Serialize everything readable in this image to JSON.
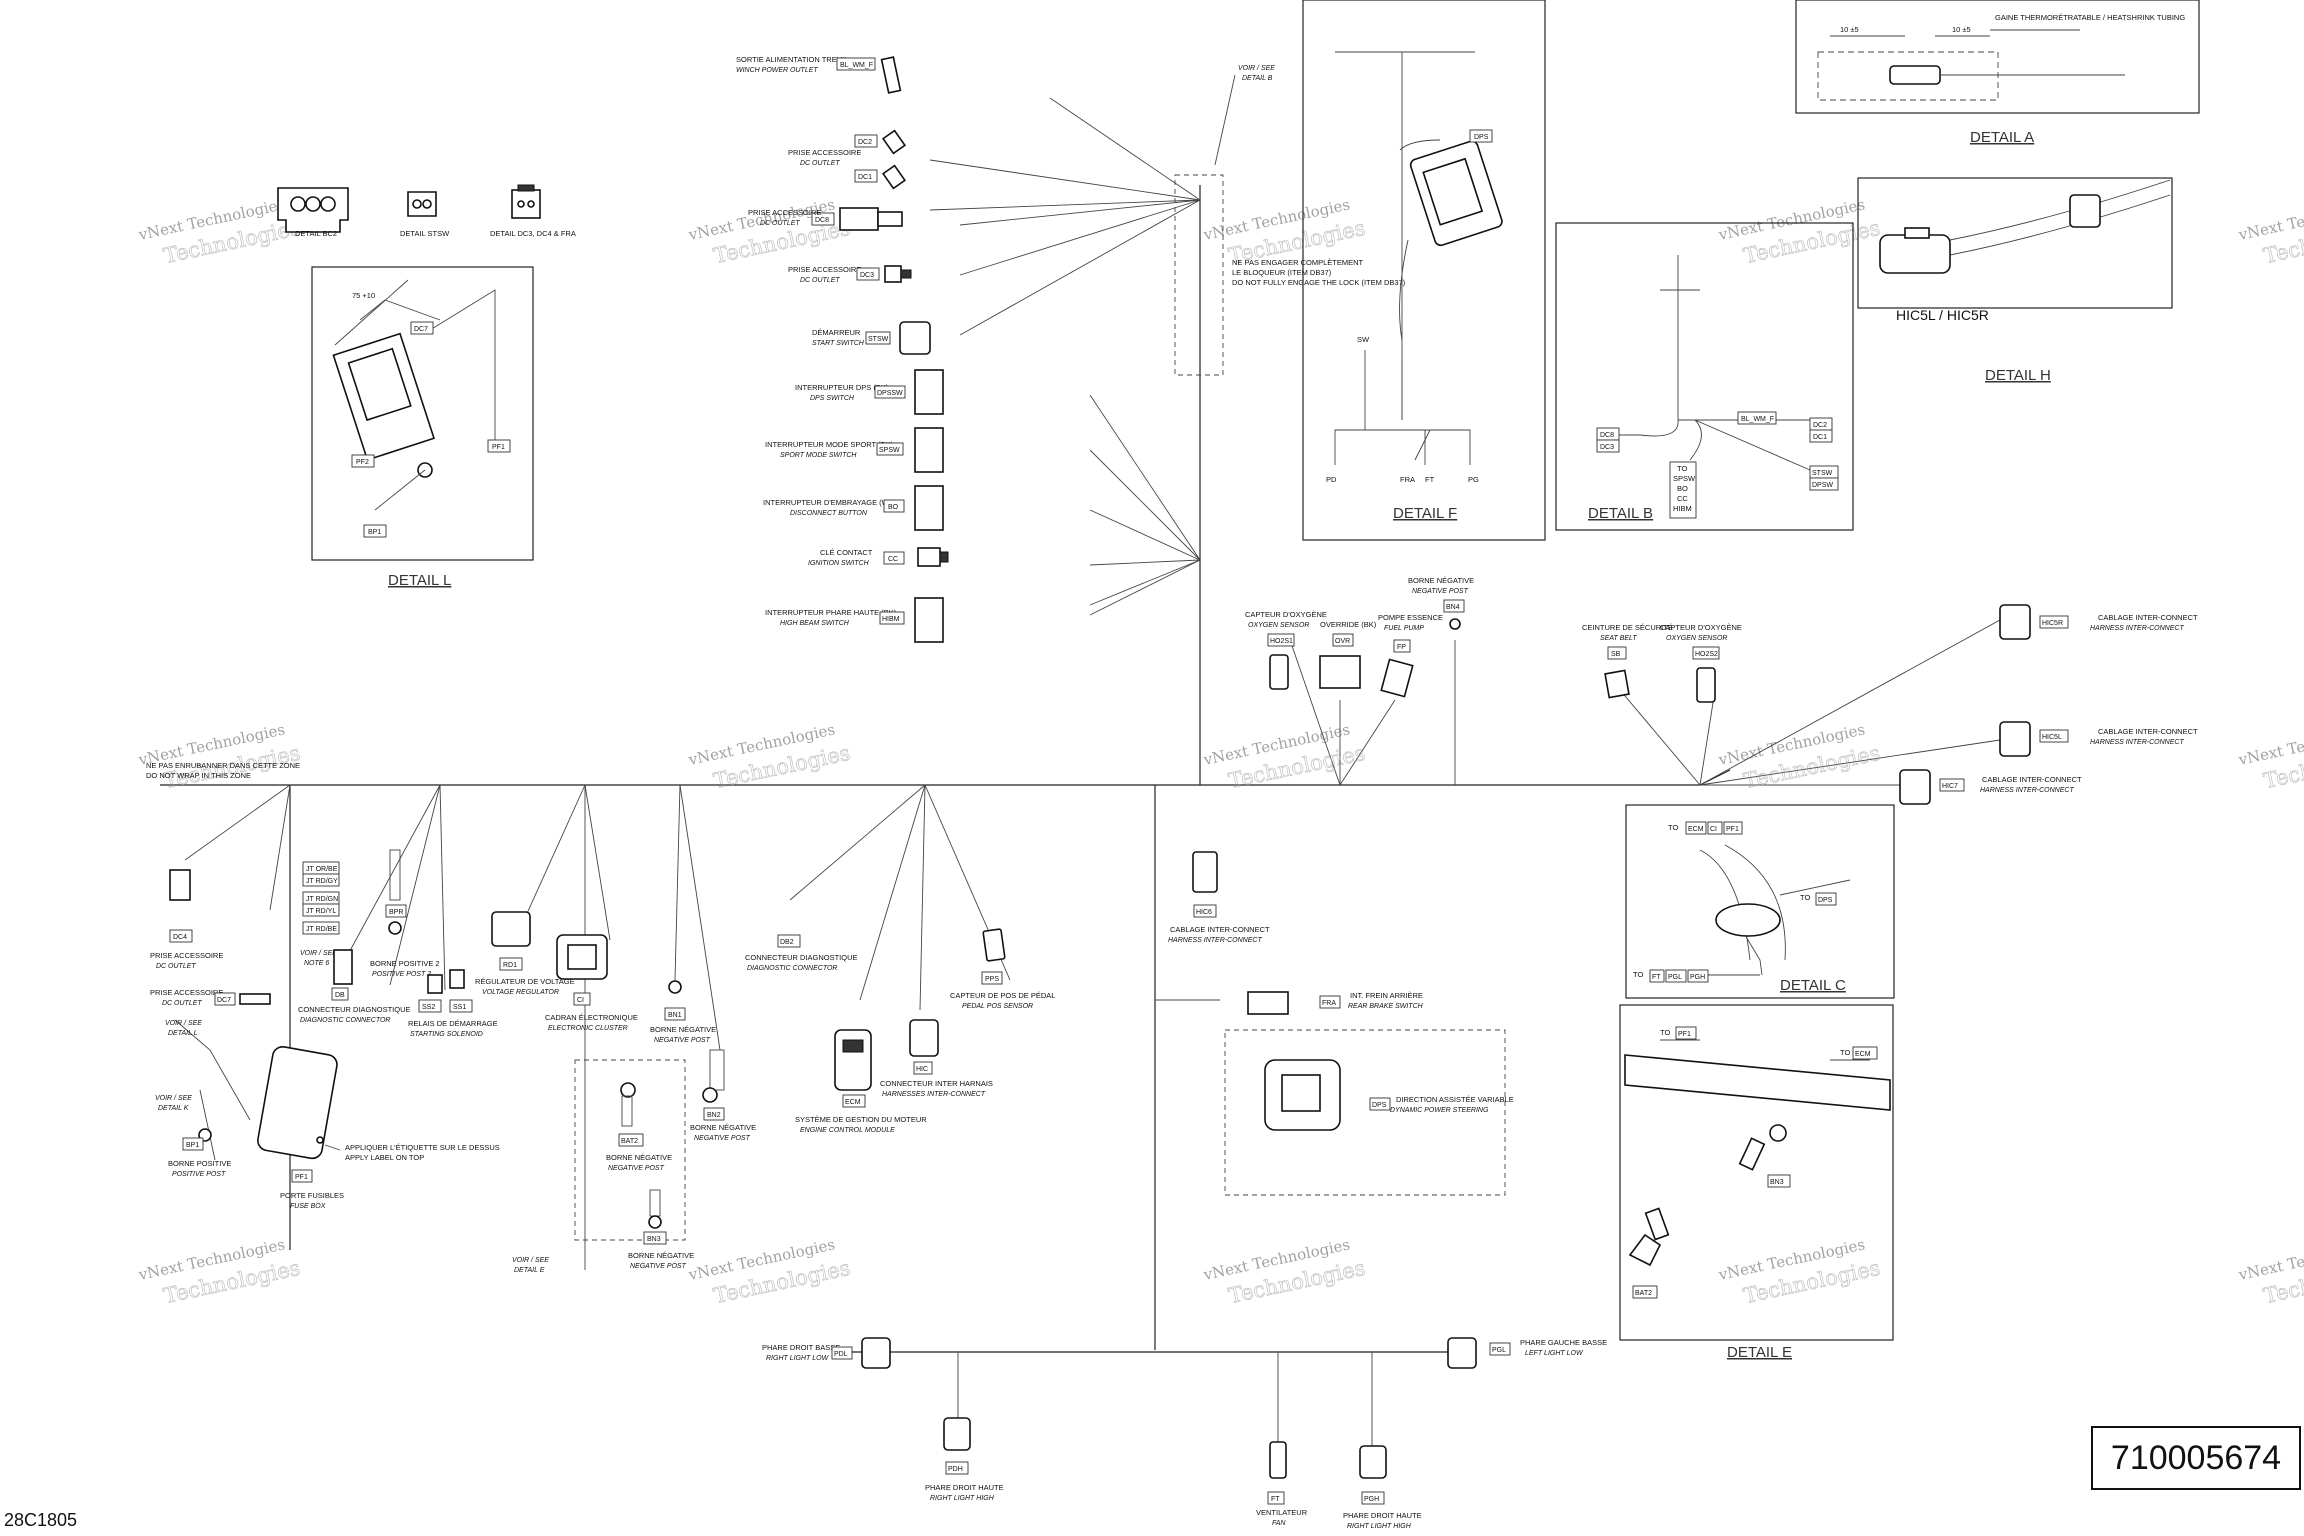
{
  "part_number": "710005674",
  "drawing_code": "28C1805",
  "watermark": {
    "line1": "vNext Technologies",
    "line2": "Technologies"
  },
  "details": {
    "detail_a": {
      "title": "DETAIL A",
      "dim1": "10 ±5",
      "dim2": "10 ±5",
      "note": "GAINE THERMORÉTRATABLE / HEATSHRINK TUBING"
    },
    "detail_h": {
      "title": "DETAIL H",
      "label": "HIC5L / HIC5R"
    },
    "detail_f_top": {
      "title": "DETAIL F",
      "sw": "SW",
      "pd": "PD",
      "fra": "FRA",
      "ft": "FT",
      "pg": "PG",
      "dps": "DPS"
    },
    "detail_b": {
      "title": "DETAIL B",
      "dc8": "DC8",
      "dc3": "DC3",
      "bl_wm_f": "BL_WM_F",
      "dc2": "DC2",
      "dc1": "DC1",
      "to": "TO",
      "spsw": "SPSW",
      "bo": "BO",
      "cc": "CC",
      "hibm": "HIBM",
      "stsw": "STSW",
      "dpsw": "DPSW"
    },
    "detail_l": {
      "title": "DETAIL L",
      "dim": "75 +10",
      "dc7": "DC7",
      "pf1": "PF1",
      "pf2": "PF2",
      "bp1": "BP1"
    },
    "detail_c": {
      "title": "DETAIL C",
      "to": "TO",
      "ecm": "ECM",
      "cl": "CI",
      "pf1": "PF1",
      "dps": "DPS",
      "ft": "FT",
      "pgl": "PGL",
      "pgh": "PGH"
    },
    "detail_e": {
      "title": "DETAIL E",
      "to": "TO",
      "pf1": "PF1",
      "ecm": "ECM",
      "bn3": "BN3",
      "bat2": "BAT2"
    }
  },
  "connector_views": [
    {
      "label": "DETAIL BC2"
    },
    {
      "label": "DETAIL STSW"
    },
    {
      "label": "DETAIL DC3, DC4 & FRA"
    }
  ],
  "notes": {
    "voir_b": [
      "VOIR / SEE",
      "DETAIL B"
    ],
    "engage": [
      "NE PAS ENGAGER COMPLÈTEMENT",
      "LE BLOQUEUR (ITEM DB37)",
      "DO NOT FULLY ENGAGE THE LOCK (ITEM DB37)"
    ],
    "no_wrap": [
      "NE PAS ENRUBANNER DANS CETTE ZONE",
      "DO NOT WRAP IN THIS ZONE"
    ],
    "voir_e": [
      "VOIR / SEE",
      "DETAIL E"
    ],
    "voir_l": [
      "VOIR / SEE",
      "DETAIL L"
    ],
    "voir_k": [
      "VOIR / SEE",
      "DETAIL K"
    ],
    "voir_note": [
      "VOIR / SEE",
      "NOTE 6"
    ],
    "label_top": [
      "APPLIQUER L'ÉTIQUETTE SUR LE DESSUS",
      "APPLY LABEL ON TOP"
    ]
  },
  "top_components": [
    {
      "tag": "BL_WM_F",
      "fr": "SORTIE ALIMENTATION TREUIL",
      "en": "WINCH POWER OUTLET"
    },
    {
      "tag": "DC2",
      "fr": "PRISE ACCESSOIRE",
      "en": "DC OUTLET"
    },
    {
      "tag": "DC1",
      "fr": "",
      "en": ""
    },
    {
      "tag": "DC8",
      "fr": "PRISE ACCESSOIRE",
      "en": "DC OUTLET"
    },
    {
      "tag": "DC3",
      "fr": "PRISE ACCESSOIRE",
      "en": "DC OUTLET"
    },
    {
      "tag": "STSW",
      "fr": "DÉMARREUR",
      "en": "START SWITCH"
    },
    {
      "tag": "DPSSW",
      "fr": "INTERRUPTEUR DPS (BK)",
      "en": "DPS SWITCH"
    },
    {
      "tag": "SPSW",
      "fr": "INTERRUPTEUR MODE SPORT (BK)",
      "en": "SPORT MODE SWITCH"
    },
    {
      "tag": "BO",
      "fr": "INTERRUPTEUR D'EMBRAYAGE (WH)",
      "en": "DISCONNECT BUTTON"
    },
    {
      "tag": "CC",
      "fr": "CLÉ CONTACT",
      "en": "IGNITION SWITCH"
    },
    {
      "tag": "HIBM",
      "fr": "INTERRUPTEUR PHARE HAUTE (BK)",
      "en": "HIGH BEAM SWITCH"
    }
  ],
  "mid_components": [
    {
      "tag": "HO2S1",
      "fr": "CAPTEUR D'OXYGÈNE",
      "en": "OXYGEN SENSOR"
    },
    {
      "tag": "OVR",
      "fr": "OVERRIDE (BK)",
      "en": ""
    },
    {
      "tag": "FP",
      "fr": "POMPE ESSENCE",
      "en": "FUEL PUMP"
    },
    {
      "tag": "BN4",
      "fr": "BORNE NÉGATIVE",
      "en": "NEGATIVE POST"
    },
    {
      "tag": "SB",
      "fr": "CEINTURE DE SÉCURITÉ",
      "en": "SEAT BELT"
    },
    {
      "tag": "HO2S2",
      "fr": "CAPTEUR D'OXYGÈNE",
      "en": "OXYGEN SENSOR"
    },
    {
      "tag": "HIC5R",
      "fr": "CABLAGE INTER-CONNECT",
      "en": "HARNESS INTER-CONNECT"
    },
    {
      "tag": "HIC5L",
      "fr": "CABLAGE INTER-CONNECT",
      "en": "HARNESS INTER-CONNECT"
    },
    {
      "tag": "HIC7",
      "fr": "CABLAGE INTER-CONNECT",
      "en": "HARNESS INTER-CONNECT"
    }
  ],
  "lower_components": [
    {
      "tag": "DC4",
      "fr": "PRISE ACCESSOIRE",
      "en": "DC OUTLET"
    },
    {
      "tag": "DB",
      "fr": "CONNECTEUR DIAGNOSTIQUE",
      "en": "DIAGNOSTIC CONNECTOR"
    },
    {
      "tag": "BPR",
      "fr": "BORNE POSITIVE 2",
      "en": "POSITIVE POST 2"
    },
    {
      "tag": "SS2",
      "fr": "RELAIS DE DÉMARRAGE",
      "en": "STARTING SOLENOID"
    },
    {
      "tag": "SS1",
      "fr": "",
      "en": ""
    },
    {
      "tag": "RD1",
      "fr": "RÉGULATEUR DE VOLTAGE",
      "en": "VOLTAGE REGULATOR"
    },
    {
      "tag": "CI",
      "fr": "CADRAN ÉLECTRONIQUE",
      "en": "ELECTRONIC CLUSTER"
    },
    {
      "tag": "BN1",
      "fr": "BORNE NÉGATIVE",
      "en": "NEGATIVE POST"
    },
    {
      "tag": "BN2",
      "fr": "BORNE NÉGATIVE",
      "en": "NEGATIVE POST"
    },
    {
      "tag": "BAT2",
      "fr": "BORNE NÉGATIVE",
      "en": "NEGATIVE POST"
    },
    {
      "tag": "BN3",
      "fr": "BORNE NÉGATIVE",
      "en": "NEGATIVE POST"
    },
    {
      "tag": "DB2",
      "fr": "CONNECTEUR DIAGNOSTIQUE",
      "en": "DIAGNOSTIC CONNECTOR"
    },
    {
      "tag": "ECM",
      "fr": "SYSTÈME DE GESTION DU MOTEUR",
      "en": "ENGINE CONTROL MODULE"
    },
    {
      "tag": "HIC",
      "fr": "CONNECTEUR INTER HARNAIS",
      "en": "HARNESSES INTER-CONNECT"
    },
    {
      "tag": "PPS",
      "fr": "CAPTEUR DE POS DE PÉDAL",
      "en": "PEDAL POS SENSOR"
    },
    {
      "tag": "HIC6",
      "fr": "CABLAGE INTER-CONNECT",
      "en": "HARNESS INTER-CONNECT"
    },
    {
      "tag": "FRA",
      "fr": "INT. FREIN ARRIÈRE",
      "en": "REAR BRAKE SWITCH"
    },
    {
      "tag": "DPS",
      "fr": "DIRECTION ASSISTÉE VARIABLE",
      "en": "DYNAMIC POWER STEERING"
    },
    {
      "tag": "PF1",
      "fr": "PORTE FUSIBLES",
      "en": "FUSE BOX"
    },
    {
      "tag": "DC7",
      "fr": "PRISE ACCESSOIRE",
      "en": "DC OUTLET"
    },
    {
      "tag": "BP1",
      "fr": "BORNE POSITIVE",
      "en": "POSITIVE POST"
    }
  ],
  "jt_labels": [
    "JT OR/BE",
    "JT RD/GY",
    "JT RD/GN",
    "JT RD/YL",
    "JT RD/BE"
  ],
  "bottom_components": [
    {
      "tag": "PDL",
      "fr": "PHARE DROIT BASSE",
      "en": "RIGHT LIGHT LOW"
    },
    {
      "tag": "PGL",
      "fr": "PHARE GAUCHE BASSE",
      "en": "LEFT LIGHT LOW"
    },
    {
      "tag": "PDH",
      "fr": "PHARE DROIT HAUTE",
      "en": "RIGHT LIGHT HIGH"
    },
    {
      "tag": "FT",
      "fr": "VENTILATEUR",
      "en": "FAN"
    },
    {
      "tag": "PGH",
      "fr": "PHARE DROIT HAUTE",
      "en": "RIGHT LIGHT HIGH"
    }
  ]
}
